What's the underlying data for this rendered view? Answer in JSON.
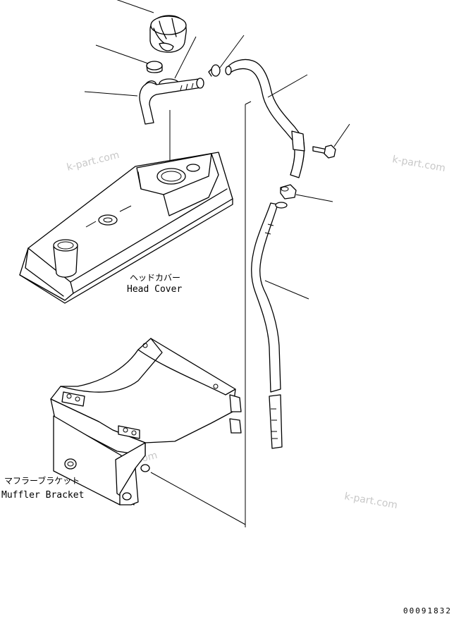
{
  "labels": {
    "head_cover_jp": "ヘッドカバー",
    "head_cover_en": "Head Cover",
    "muffler_bracket_jp": "マフラーブラケット",
    "muffler_bracket_en": "Muffler Bracket"
  },
  "watermarks": [
    "k-part.com",
    "k-part.com",
    "k-part.com",
    "k-part.com"
  ],
  "drawing_code": "00091832",
  "colors": {
    "line": "#000000",
    "watermark": "#c8c8c8",
    "background": "#ffffff"
  }
}
